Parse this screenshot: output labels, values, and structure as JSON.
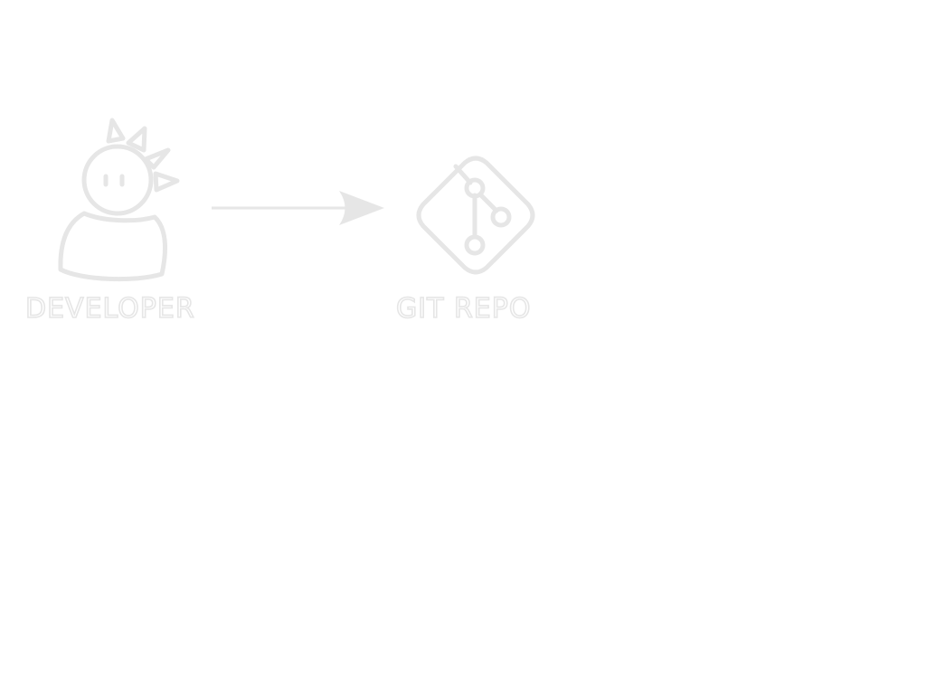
{
  "nodes": {
    "developer": {
      "label": "DEVELOPER",
      "icon": "developer-icon"
    },
    "git_repo": {
      "label": "GIT REPO",
      "icon": "git-icon"
    }
  },
  "edges": [
    {
      "from": "developer",
      "to": "git_repo"
    }
  ],
  "colors": {
    "stroke": "#e6e6e6",
    "background": "#ffffff"
  }
}
